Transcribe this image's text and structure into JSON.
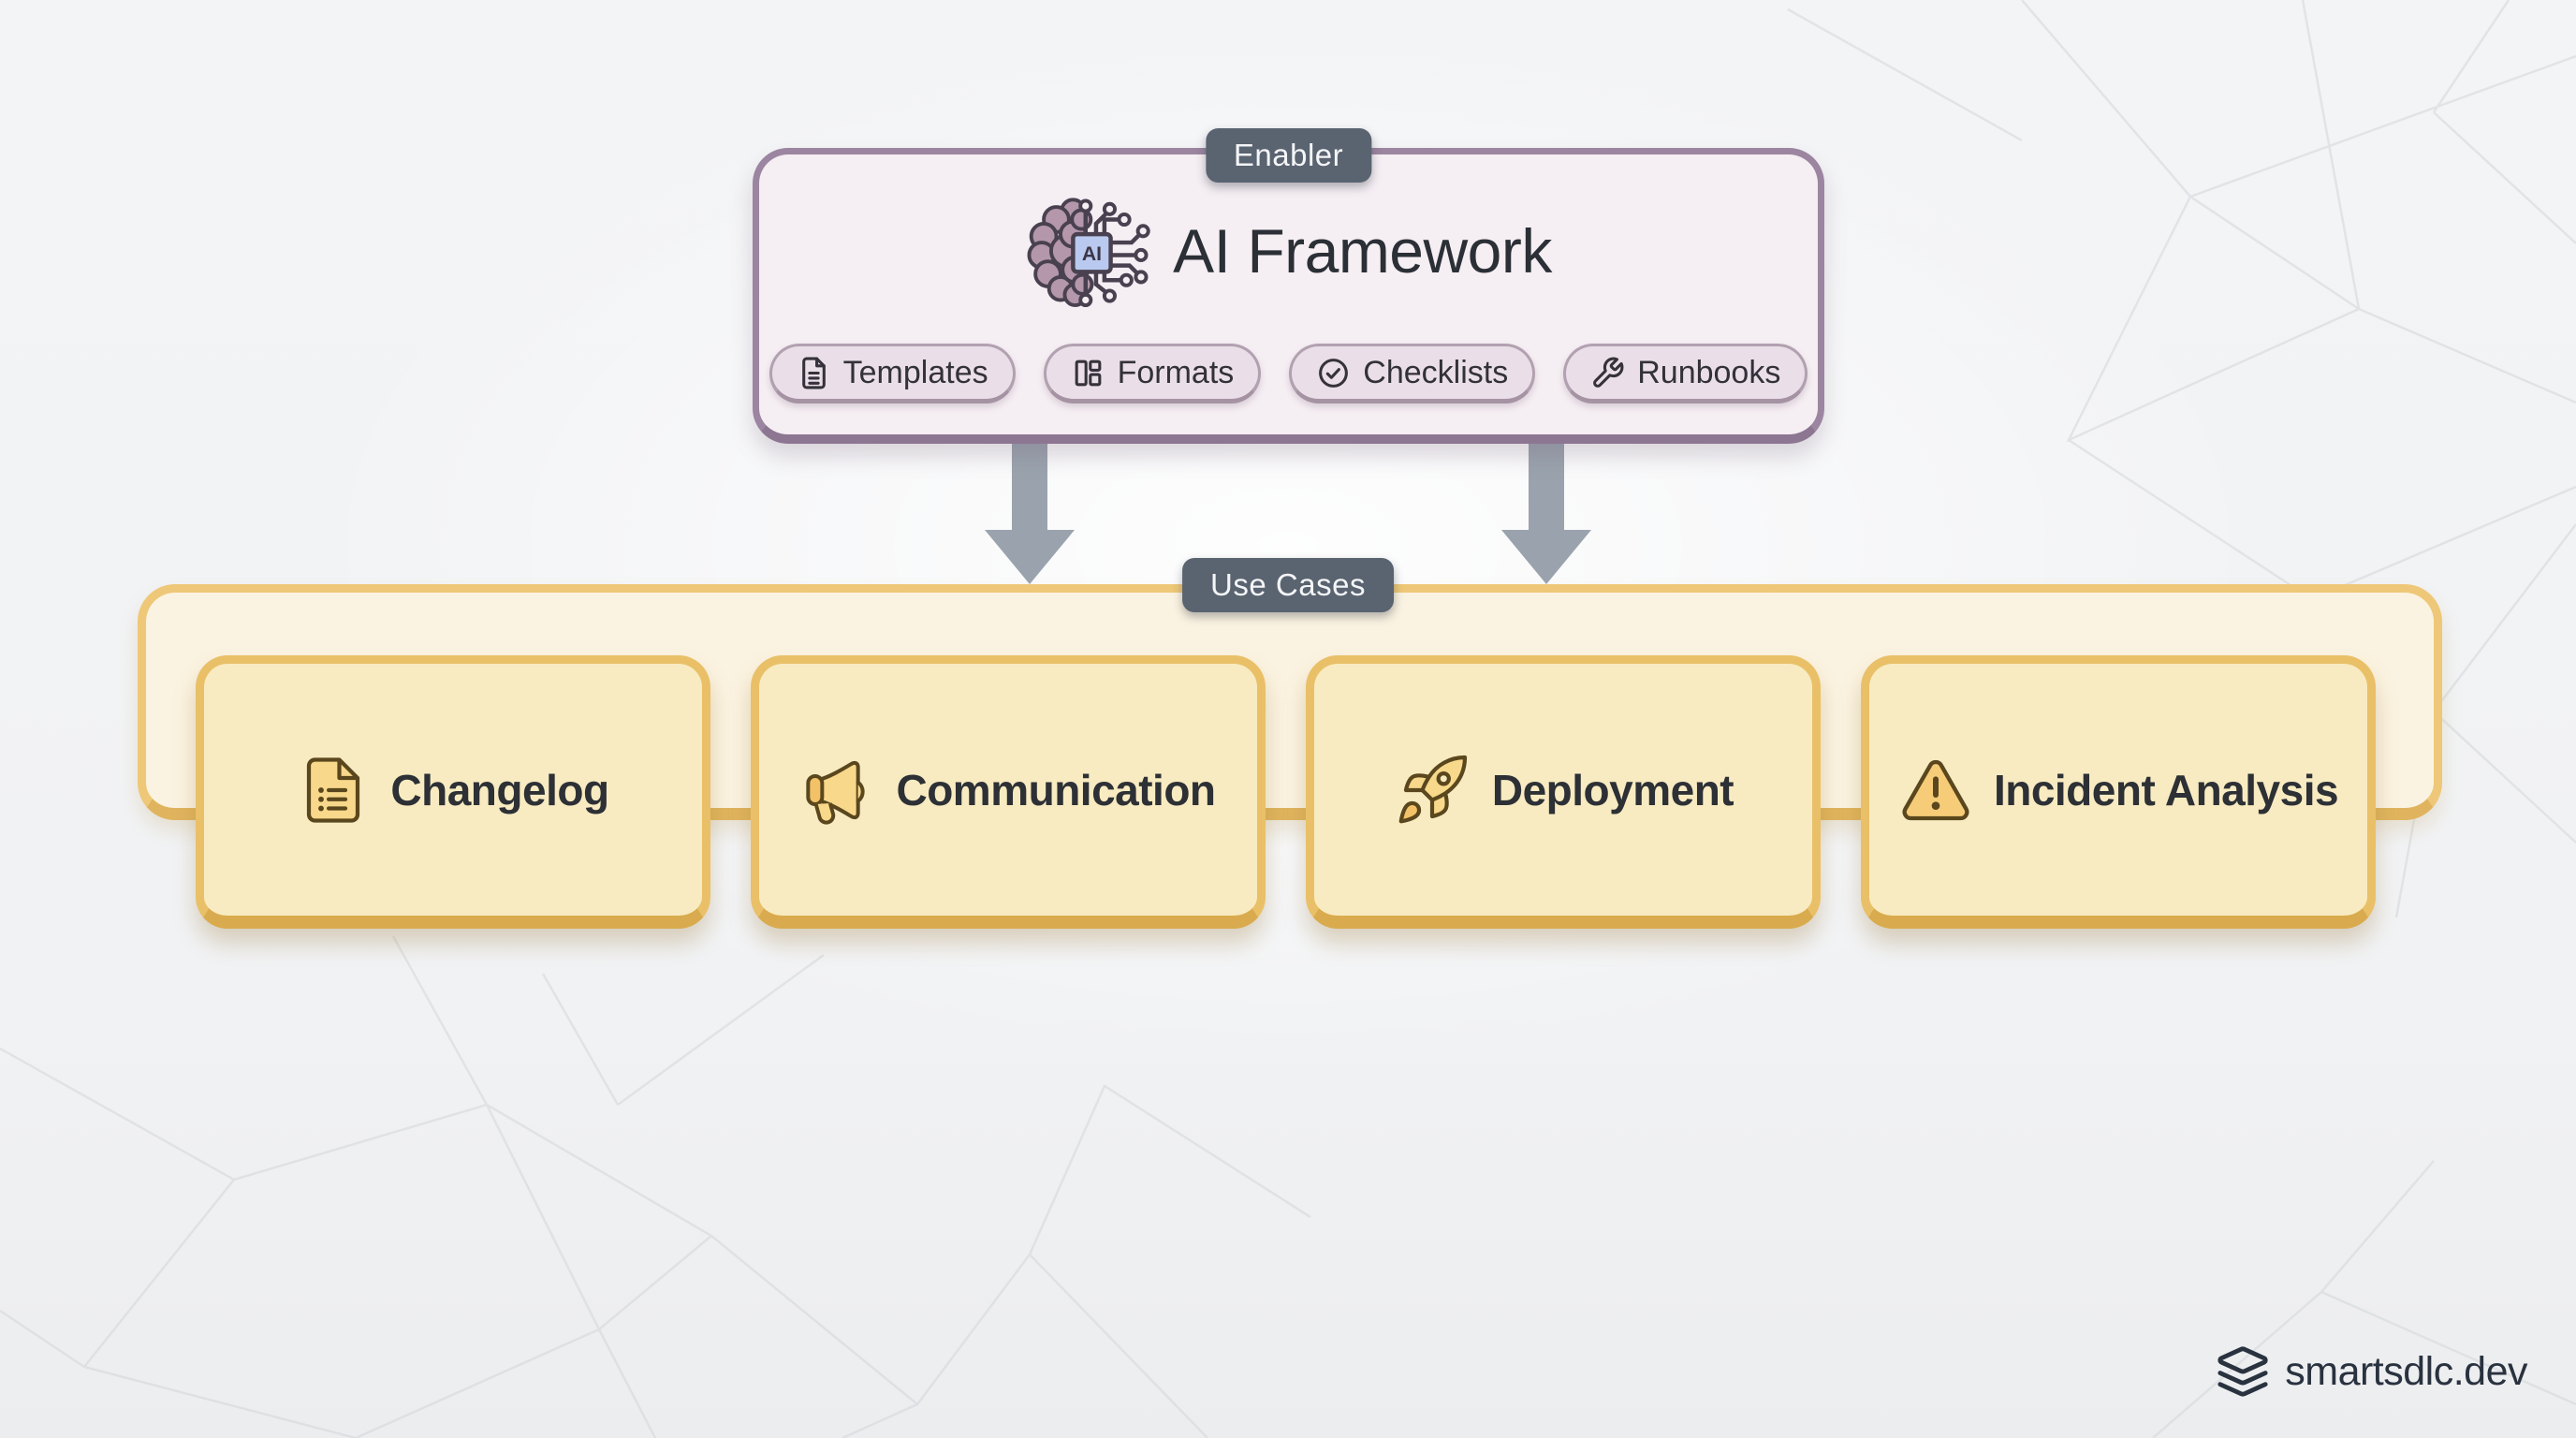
{
  "enabler": {
    "badge": "Enabler",
    "title": "AI Framework",
    "icon": "ai-brain-chip-icon",
    "chip_label": "AI",
    "tags": [
      {
        "icon": "file-text-icon",
        "label": "Templates"
      },
      {
        "icon": "layout-icon",
        "label": "Formats"
      },
      {
        "icon": "check-circle-icon",
        "label": "Checklists"
      },
      {
        "icon": "wrench-icon",
        "label": "Runbooks"
      }
    ]
  },
  "flow": {
    "arrows": [
      "down-arrow-left",
      "down-arrow-right"
    ]
  },
  "use_cases": {
    "badge": "Use Cases",
    "cards": [
      {
        "icon": "file-list-icon",
        "label": "Changelog"
      },
      {
        "icon": "megaphone-icon",
        "label": "Communication"
      },
      {
        "icon": "rocket-icon",
        "label": "Deployment"
      },
      {
        "icon": "alert-triangle-icon",
        "label": "Incident Analysis"
      }
    ]
  },
  "footer": {
    "icon": "layers-icon",
    "brand": "smartsdlc.dev"
  },
  "colors": {
    "background": "#f2f3f5",
    "badge_bg": "#5a6370",
    "badge_text": "#f3f5f7",
    "enabler_fill": "#f5eef3",
    "enabler_border": "#9b85a0",
    "tag_fill": "#eadfe8",
    "tag_border": "#b2a1b0",
    "arrow": "#9aa3ad",
    "panel_fill": "#fbf3e1",
    "panel_border": "#eec878",
    "card_fill": "#f8ebc1",
    "card_border": "#e9c068",
    "text_dark": "#2b2f36",
    "amber_icon_stroke": "#5a471d",
    "amber_icon_fill": "#f8d88a",
    "brain_fill": "#b497aa",
    "chip_fill": "#b9c9ef",
    "brand_color": "#29323f"
  }
}
